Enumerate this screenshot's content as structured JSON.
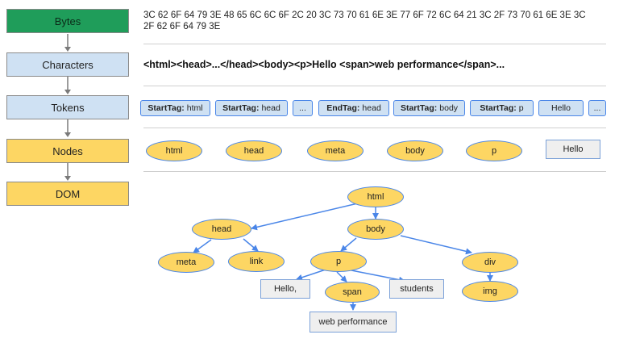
{
  "stages": [
    {
      "label": "Bytes"
    },
    {
      "label": "Characters"
    },
    {
      "label": "Tokens"
    },
    {
      "label": "Nodes"
    },
    {
      "label": "DOM"
    }
  ],
  "bytes_text": "3C 62 6F 64 79 3E 48 65 6C 6C 6F 2C 20 3C 73 70 61 6E 3E 77 6F 72 6C 64 21 3C 2F 73 70 61 6E 3E 3C 2F 62 6F 64 79 3E",
  "characters_text": "<html><head>...</head><body><p>Hello <span>web performance</span>...",
  "tokens": [
    {
      "kind": "StartTag:",
      "value": "html"
    },
    {
      "kind": "StartTag:",
      "value": "head"
    },
    {
      "kind": "",
      "value": "..."
    },
    {
      "kind": "EndTag:",
      "value": "head"
    },
    {
      "kind": "StartTag:",
      "value": "body"
    },
    {
      "kind": "StartTag:",
      "value": "p"
    },
    {
      "kind": "",
      "value": "Hello"
    },
    {
      "kind": "",
      "value": "..."
    }
  ],
  "nodes": [
    "html",
    "head",
    "meta",
    "body",
    "p",
    "Hello"
  ],
  "dom": {
    "html": "html",
    "head": "head",
    "body": "body",
    "meta": "meta",
    "link": "link",
    "p": "p",
    "div": "div",
    "hello": "Hello,",
    "span": "span",
    "students": "students",
    "img": "img",
    "webperf": "web performance"
  },
  "colors": {
    "bytes_box": "#1f9d5a",
    "token_box": "#cfe1f3",
    "node_fill": "#fdd663",
    "edge": "#4a86e8"
  }
}
